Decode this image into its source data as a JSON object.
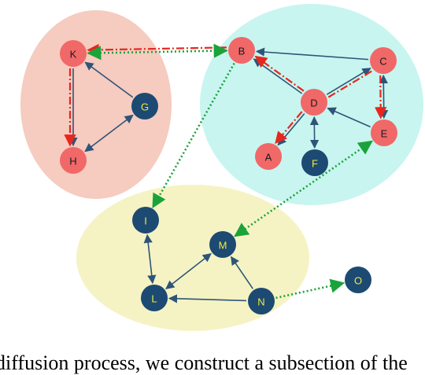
{
  "colors": {
    "cluster_pink": "#f6cbc0",
    "cluster_cyan": "#c8f5ef",
    "cluster_yellow": "#f5f3c4",
    "node_red": "#f06868",
    "node_blue": "#1c4a72",
    "label_red_nodes": "#1a1a1a",
    "label_blue_nodes": "#f2e93a",
    "edge_blue": "#2e5577",
    "edge_red": "#e8261e",
    "edge_green": "#1aa33a"
  },
  "nodes": [
    {
      "id": "K",
      "label": "K",
      "style": "red"
    },
    {
      "id": "B",
      "label": "B",
      "style": "red"
    },
    {
      "id": "C",
      "label": "C",
      "style": "red"
    },
    {
      "id": "D",
      "label": "D",
      "style": "red"
    },
    {
      "id": "E",
      "label": "E",
      "style": "red"
    },
    {
      "id": "A",
      "label": "A",
      "style": "red"
    },
    {
      "id": "F",
      "label": "F",
      "style": "blue"
    },
    {
      "id": "G",
      "label": "G",
      "style": "blue"
    },
    {
      "id": "H",
      "label": "H",
      "style": "red"
    },
    {
      "id": "I",
      "label": "I",
      "style": "blue"
    },
    {
      "id": "M",
      "label": "M",
      "style": "blue"
    },
    {
      "id": "L",
      "label": "L",
      "style": "blue"
    },
    {
      "id": "N",
      "label": "N",
      "style": "blue"
    },
    {
      "id": "O",
      "label": "O",
      "style": "blue"
    }
  ],
  "edges": [
    {
      "from": "K",
      "to": "H",
      "style": "blue",
      "arrow": "end"
    },
    {
      "from": "G",
      "to": "K",
      "style": "blue",
      "arrow": "end"
    },
    {
      "from": "H",
      "to": "G",
      "style": "blue",
      "arrow": "both"
    },
    {
      "from": "C",
      "to": "B",
      "style": "blue",
      "arrow": "end"
    },
    {
      "from": "D",
      "to": "B",
      "style": "blue",
      "arrow": "end"
    },
    {
      "from": "D",
      "to": "C",
      "style": "blue",
      "arrow": "end"
    },
    {
      "from": "C",
      "to": "E",
      "style": "blue",
      "arrow": "both"
    },
    {
      "from": "E",
      "to": "D",
      "style": "blue",
      "arrow": "end"
    },
    {
      "from": "D",
      "to": "A",
      "style": "blue",
      "arrow": "end"
    },
    {
      "from": "D",
      "to": "F",
      "style": "blue",
      "arrow": "both"
    },
    {
      "from": "I",
      "to": "L",
      "style": "blue",
      "arrow": "both"
    },
    {
      "from": "L",
      "to": "M",
      "style": "blue",
      "arrow": "both"
    },
    {
      "from": "N",
      "to": "M",
      "style": "blue",
      "arrow": "end"
    },
    {
      "from": "N",
      "to": "L",
      "style": "blue",
      "arrow": "end"
    },
    {
      "from": "B",
      "to": "K",
      "style": "red",
      "arrow": "end"
    },
    {
      "from": "K",
      "to": "H",
      "style": "red",
      "arrow": "end"
    },
    {
      "from": "D",
      "to": "B",
      "style": "red",
      "arrow": "end"
    },
    {
      "from": "D",
      "to": "C",
      "style": "red",
      "arrow": "none"
    },
    {
      "from": "C",
      "to": "E",
      "style": "red",
      "arrow": "end"
    },
    {
      "from": "D",
      "to": "A",
      "style": "red",
      "arrow": "end"
    },
    {
      "from": "K",
      "to": "B",
      "style": "green",
      "arrow": "both"
    },
    {
      "from": "B",
      "to": "I",
      "style": "green",
      "arrow": "end"
    },
    {
      "from": "M",
      "to": "E",
      "style": "green",
      "arrow": "both"
    },
    {
      "from": "N",
      "to": "O",
      "style": "green",
      "arrow": "end"
    }
  ],
  "caption": "diffusion process, we construct a subsection of the"
}
